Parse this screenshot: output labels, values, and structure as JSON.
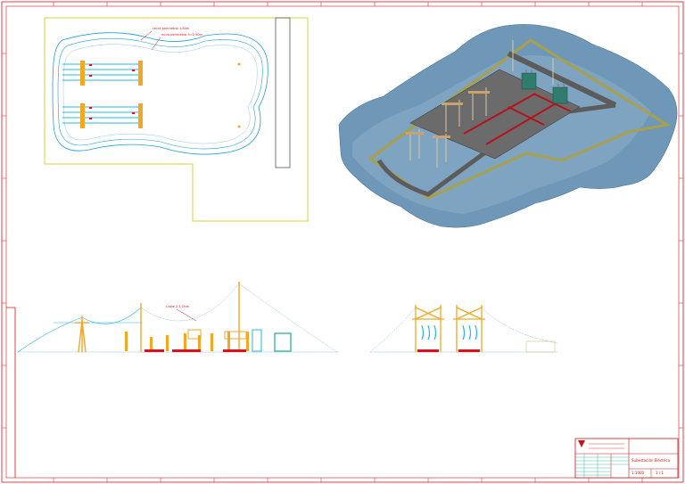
{
  "drawing": {
    "colors": {
      "frame": "#e0101a",
      "boundary": "#d8d23a",
      "fence": "#1f9fd8",
      "equipment": "#f5a623",
      "conductor": "#25b8e6",
      "terrain": "#5d86a8",
      "road": "#5c5c5c",
      "busbar": "#b5121b",
      "wall": "#a8a04a"
    },
    "plan_view": {
      "callout_1": "cerca perimetral 1,80m",
      "callout_2": "muro perimetral h=2,50m"
    },
    "elevation_view": {
      "callout": "Cable 2,5 Ohm"
    },
    "title_block": {
      "project_title": "Subestación Eléctrica",
      "scale": "1:1000",
      "sheet": "1 / 1"
    }
  }
}
